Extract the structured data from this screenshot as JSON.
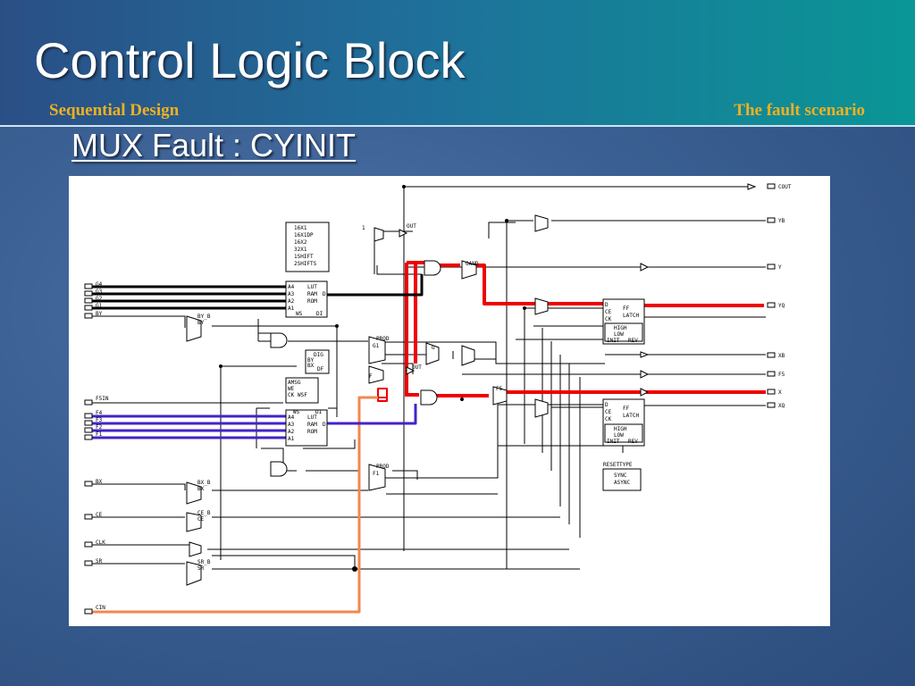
{
  "slide": {
    "title": "Control Logic Block",
    "subtitle_left": "Sequential Design",
    "subtitle_right": "The fault scenario",
    "heading": "MUX Fault : CYINIT"
  },
  "colors": {
    "highlight_red": "#ee0000",
    "highlight_blue": "#4422cc",
    "highlight_orange": "#f08850",
    "title_gold": "#f0b020"
  },
  "schematic": {
    "inputs": {
      "g4": "G4",
      "g3": "G3",
      "g2": "G2",
      "g1": "G1",
      "by": "BY",
      "f5in": "F5IN",
      "f4": "F4",
      "f3": "F3",
      "f2": "F2",
      "f1": "F1",
      "bx": "BX",
      "ce": "CE",
      "clk": "CLK",
      "sr": "SR",
      "cin": "CIN"
    },
    "outputs": {
      "cout": "COUT",
      "yb": "YB",
      "y": "Y",
      "yq": "YQ",
      "xb": "XB",
      "f5": "F5",
      "x": "X",
      "xq": "XQ"
    },
    "mode_box": [
      "16X1",
      "16X1DP",
      "16X2",
      "32X1",
      "1SHIFT",
      "2SHIFTS"
    ],
    "lut_top": {
      "pins": [
        "A4",
        "A3",
        "A2",
        "A1"
      ],
      "modes": [
        "LUT",
        "RAM",
        "ROM"
      ],
      "d": "D",
      "ws": "WS",
      "di": "DI"
    },
    "lut_bottom": {
      "pins": [
        "A4",
        "A3",
        "A2",
        "A1"
      ],
      "modes": [
        "LUT",
        "RAM",
        "ROM"
      ],
      "d": "D",
      "ws": "WS",
      "di": "DI"
    },
    "ctrl_block": [
      "AMSG",
      "WE",
      "CK",
      "WSF"
    ],
    "bydf_block": [
      "DIG",
      "BY",
      "BX",
      "DF"
    ],
    "ff_top": {
      "pins": [
        "D",
        "CE",
        "CK"
      ],
      "modes": [
        "FF",
        "LATCH"
      ],
      "levels": [
        "HIGH",
        "LOW"
      ],
      "init": "INIT",
      "rev": "REV"
    },
    "ff_bottom": {
      "pins": [
        "D",
        "CE",
        "CK"
      ],
      "modes": [
        "FF",
        "LATCH"
      ],
      "levels": [
        "HIGH",
        "LOW"
      ],
      "init": "INIT",
      "rev": "REV"
    },
    "reset_type": {
      "title": "RESETTYPE",
      "options": [
        "SYNC",
        "ASYNC"
      ]
    },
    "mux_labels": {
      "byb": "BY_B",
      "by": "BY",
      "bxb": "BX_B",
      "bx": "BX",
      "ceb": "CE_B",
      "ce": "CE",
      "srb": "SR_B",
      "sr": "SR",
      "prod": "PROD",
      "g1": "G1",
      "f1": "F1",
      "cyout": "OUT",
      "gand": "GAND",
      "f5": "F5",
      "one": "1",
      "zero": "0",
      "f": "F",
      "g": "G"
    }
  }
}
